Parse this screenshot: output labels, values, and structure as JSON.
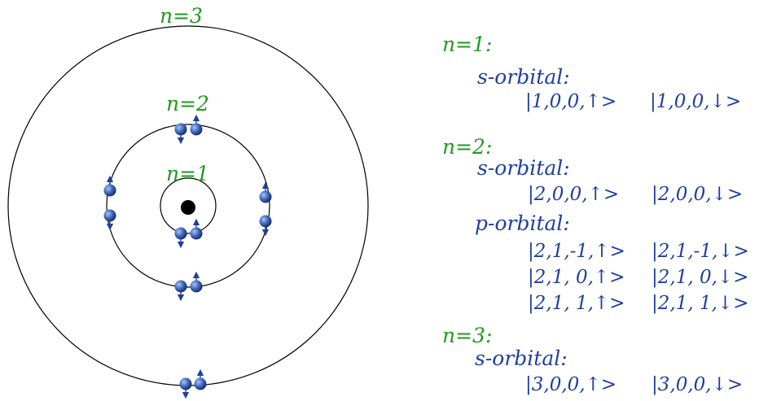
{
  "colors": {
    "shell_label": "#1f9a1f",
    "orbital_text": "#1f3f9f",
    "electron": "#2b4fa8",
    "nucleus": "#000000",
    "orbit_line": "#000000"
  },
  "diagram": {
    "shell_labels": [
      "n=1",
      "n=2",
      "n=3"
    ],
    "shells": [
      {
        "n": 1,
        "electrons": 2
      },
      {
        "n": 2,
        "electrons": 8
      },
      {
        "n": 3,
        "electrons": 2
      }
    ]
  },
  "states": {
    "groups": [
      {
        "header": "n=1:",
        "orbitals": [
          {
            "label": "s-orbital:",
            "rows": [
              [
                "|1,0,0,↑>",
                "|1,0,0,↓>"
              ]
            ]
          }
        ]
      },
      {
        "header": "n=2:",
        "orbitals": [
          {
            "label": "s-orbital:",
            "rows": [
              [
                "|2,0,0,↑>",
                "|2,0,0,↓>"
              ]
            ]
          },
          {
            "label": "p-orbital:",
            "rows": [
              [
                "|2,1,-1,↑>",
                "|2,1,-1,↓>"
              ],
              [
                "|2,1, 0,↑>",
                "|2,1, 0,↓>"
              ],
              [
                "|2,1, 1,↑>",
                "|2,1, 1,↓>"
              ]
            ]
          }
        ]
      },
      {
        "header": "n=3:",
        "orbitals": [
          {
            "label": "s-orbital:",
            "rows": [
              [
                "|3,0,0,↑>",
                "|3,0,0,↓>"
              ]
            ]
          }
        ]
      }
    ]
  }
}
